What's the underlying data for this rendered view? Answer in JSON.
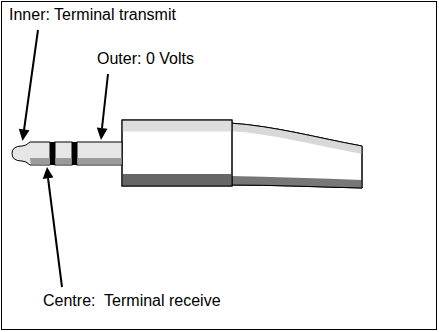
{
  "diagram": {
    "labels": [
      "Inner: Terminal transmit",
      "Outer: 0 Volts",
      "Centre:  Terminal receive"
    ]
  }
}
